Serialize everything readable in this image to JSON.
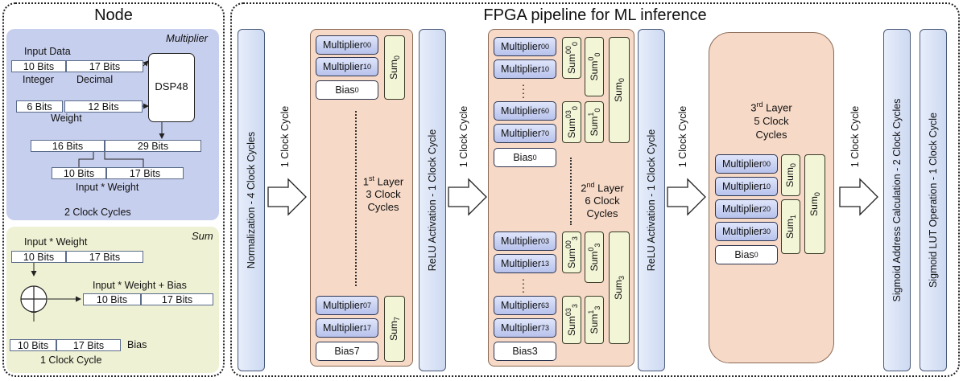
{
  "node": {
    "title": "Node",
    "multiplier": {
      "label": "Multiplier",
      "input_data": "Input Data",
      "in_int_bits": "10 Bits",
      "in_dec_bits": "17 Bits",
      "integer": "Integer",
      "decimal": "Decimal",
      "dsp": "DSP48",
      "w_int_bits": "6 Bits",
      "w_dec_bits": "12 Bits",
      "weight": "Weight",
      "p_int_bits": "16 Bits",
      "p_dec_bits": "29 Bits",
      "r_int_bits": "10 Bits",
      "r_dec_bits": "17 Bits",
      "result": "Input * Weight",
      "cycles": "2 Clock Cycles"
    },
    "sum": {
      "label": "Sum",
      "iw_label": "Input * Weight",
      "iw_int": "10 Bits",
      "iw_dec": "17 Bits",
      "out_label": "Input * Weight + Bias",
      "out_int": "10 Bits",
      "out_dec": "17 Bits",
      "b_int": "10 Bits",
      "b_dec": "17 Bits",
      "bias": "Bias",
      "cycles": "1 Clock Cycle"
    }
  },
  "pipeline": {
    "title": "FPGA pipeline for ML inference",
    "normalization": "Normalization - 4 Clock Cycles",
    "clock1": "1 Clock Cycle",
    "relu": "ReLU Activation - 1 Clock Cycle",
    "sigmoid_addr": "Sigmoid Address Calculation - 2 Clock Cycles",
    "sigmoid_lut": "Sigmoid LUT Operation - 1 Clock Cycle",
    "multiplier": "Multiplier",
    "sum": "Sum",
    "bias": "Bias",
    "layer1": {
      "ord": "1",
      "sup": "st",
      "line1": " Layer",
      "line2": "3 Clock",
      "line3": "Cycles"
    },
    "layer2": {
      "ord": "2",
      "sup": "nd",
      "line1": " Layer",
      "line2": "6 Clock",
      "line3": "Cycles"
    },
    "layer3": {
      "ord": "3",
      "sup": "rd",
      "line1": " Layer",
      "line2": "5 Clock",
      "line3": "Cycles"
    }
  }
}
